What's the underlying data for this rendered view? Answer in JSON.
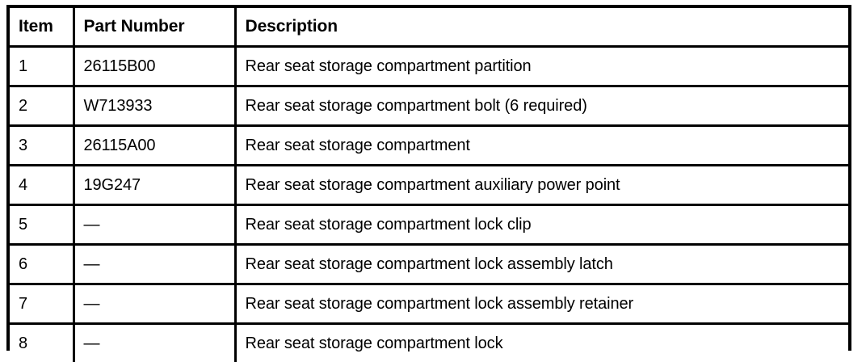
{
  "table": {
    "columns": [
      {
        "key": "item",
        "label": "Item"
      },
      {
        "key": "part_number",
        "label": "Part Number"
      },
      {
        "key": "description",
        "label": "Description"
      }
    ],
    "empty_value": "—",
    "rows": [
      {
        "item": "1",
        "part_number": "26115B00",
        "description": "Rear seat storage compartment partition"
      },
      {
        "item": "2",
        "part_number": "W713933",
        "description": "Rear seat storage compartment bolt (6 required)"
      },
      {
        "item": "3",
        "part_number": "26115A00",
        "description": "Rear seat storage compartment"
      },
      {
        "item": "4",
        "part_number": "19G247",
        "description": "Rear seat storage compartment auxiliary power point"
      },
      {
        "item": "5",
        "part_number": "—",
        "description": "Rear seat storage compartment lock clip"
      },
      {
        "item": "6",
        "part_number": "—",
        "description": "Rear seat storage compartment lock assembly latch"
      },
      {
        "item": "7",
        "part_number": "—",
        "description": "Rear seat storage compartment lock assembly retainer"
      },
      {
        "item": "8",
        "part_number": "—",
        "description": "Rear seat storage compartment lock"
      }
    ]
  },
  "colors": {
    "border": "#000000",
    "text": "#000000",
    "background": "#ffffff"
  }
}
